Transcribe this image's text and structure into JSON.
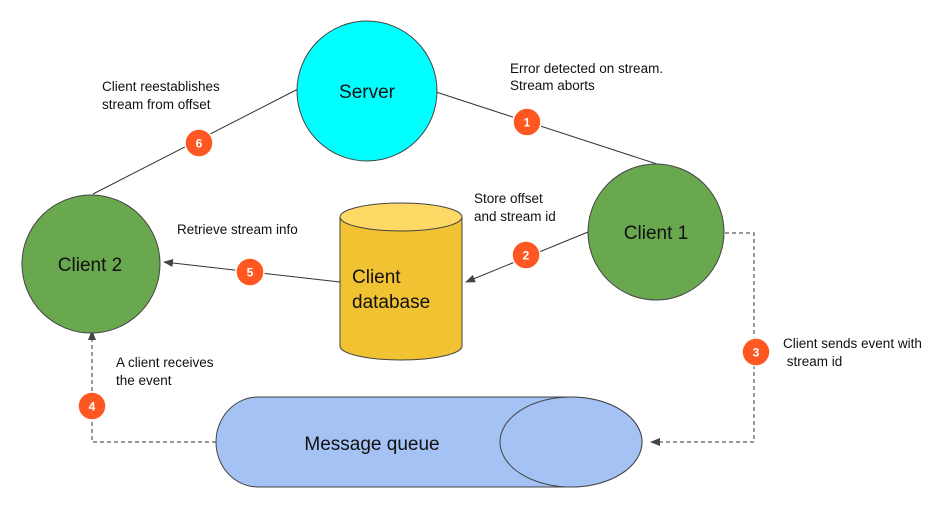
{
  "colors": {
    "server": "#00ffff",
    "client": "#6aa84f",
    "database": "#f1c232",
    "database_top": "#ffd966",
    "queue": "#a4c2f4",
    "badge": "#ff5722",
    "line": "#333333"
  },
  "nodes": {
    "server": "Server",
    "client1": "Client 1",
    "client2": "Client 2",
    "database_line1": "Client",
    "database_line2": "database",
    "queue": "Message queue"
  },
  "steps": [
    {
      "num": "1",
      "lines": [
        "Error detected on stream.",
        "Stream aborts"
      ]
    },
    {
      "num": "2",
      "lines": [
        "Store offset",
        "and stream id"
      ]
    },
    {
      "num": "3",
      "lines": [
        "Client sends event with",
        " stream id"
      ]
    },
    {
      "num": "4",
      "lines": [
        "A client receives",
        "the event"
      ]
    },
    {
      "num": "5",
      "lines": [
        "Retrieve stream info"
      ]
    },
    {
      "num": "6",
      "lines": [
        "Client reestablishes",
        "stream from offset"
      ]
    }
  ]
}
